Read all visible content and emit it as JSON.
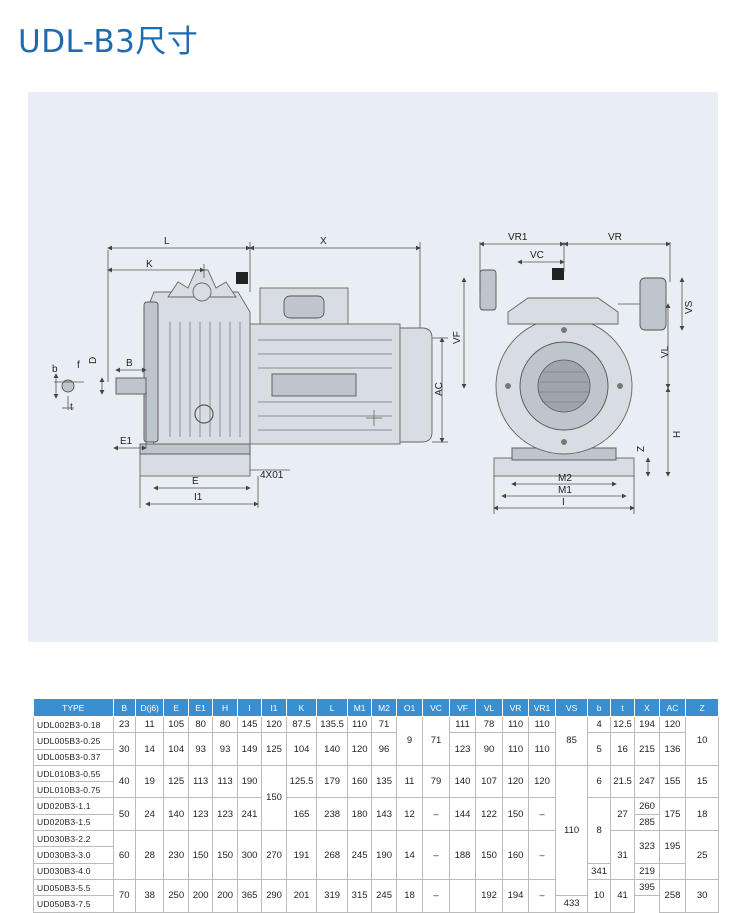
{
  "title": "UDL-B3尺寸",
  "drawing": {
    "labels": {
      "L": "L",
      "X": "X",
      "K": "K",
      "b": "b",
      "f": "f",
      "D": "D",
      "B": "B",
      "t": "t",
      "E1": "E1",
      "E": "E",
      "I1": "I1",
      "AC": "AC",
      "hole": "4X01",
      "VR1": "VR1",
      "VR": "VR",
      "VC": "VC",
      "VF": "VF",
      "VS": "VS",
      "VL": "VL",
      "H": "H",
      "Z": "Z",
      "M2": "M2",
      "M1": "M1",
      "I": "I"
    }
  },
  "table": {
    "headers": [
      "TYPE",
      "B",
      "D(j6)",
      "E",
      "E1",
      "H",
      "I",
      "I1",
      "K",
      "L",
      "M1",
      "M2",
      "O1",
      "VC",
      "VF",
      "VL",
      "VR",
      "VR1",
      "VS",
      "b",
      "t",
      "X",
      "AC",
      "Z"
    ],
    "rows": [
      [
        {
          "t": "UDL002B3-0.18",
          "c": "type"
        },
        {
          "t": "23"
        },
        {
          "t": "11"
        },
        {
          "t": "105"
        },
        {
          "t": "80"
        },
        {
          "t": "80"
        },
        {
          "t": "145"
        },
        {
          "t": "120"
        },
        {
          "t": "87.5"
        },
        {
          "t": "135.5"
        },
        {
          "t": "110"
        },
        {
          "t": "71"
        },
        {
          "t": "9",
          "rs": 3
        },
        {
          "t": "71",
          "rs": 3
        },
        {
          "t": "111"
        },
        {
          "t": "78"
        },
        {
          "t": "110"
        },
        {
          "t": "110"
        },
        {
          "t": "85",
          "rs": 3
        },
        {
          "t": "4"
        },
        {
          "t": "12.5"
        },
        {
          "t": "194"
        },
        {
          "t": "120"
        },
        {
          "t": "10",
          "rs": 3
        }
      ],
      [
        {
          "t": "UDL005B3-0.25",
          "c": "type"
        },
        {
          "t": "30",
          "rs": 2
        },
        {
          "t": "14",
          "rs": 2
        },
        {
          "t": "104",
          "rs": 2
        },
        {
          "t": "93",
          "rs": 2
        },
        {
          "t": "93",
          "rs": 2
        },
        {
          "t": "149",
          "rs": 2
        },
        {
          "t": "125",
          "rs": 2
        },
        {
          "t": "104",
          "rs": 2
        },
        {
          "t": "140",
          "rs": 2
        },
        {
          "t": "120",
          "rs": 2
        },
        {
          "t": "96",
          "rs": 2
        },
        {
          "t": "123",
          "rs": 2
        },
        {
          "t": "90",
          "rs": 2
        },
        {
          "t": "110",
          "rs": 2
        },
        {
          "t": "110",
          "rs": 2
        },
        {
          "t": "5",
          "rs": 2
        },
        {
          "t": "16",
          "rs": 2
        },
        {
          "t": "215",
          "rs": 2
        },
        {
          "t": "136",
          "rs": 2
        }
      ],
      [
        {
          "t": "UDL005B3-0.37",
          "c": "type"
        }
      ],
      [
        {
          "t": "UDL010B3-0.55",
          "c": "type"
        },
        {
          "t": "40",
          "rs": 2
        },
        {
          "t": "19",
          "rs": 2
        },
        {
          "t": "125",
          "rs": 2
        },
        {
          "t": "113",
          "rs": 2
        },
        {
          "t": "113",
          "rs": 2
        },
        {
          "t": "190",
          "rs": 2
        },
        {
          "t": "150",
          "rs": 4
        },
        {
          "t": "125.5",
          "rs": 2
        },
        {
          "t": "179",
          "rs": 2
        },
        {
          "t": "160",
          "rs": 2
        },
        {
          "t": "135",
          "rs": 2
        },
        {
          "t": "11",
          "rs": 2
        },
        {
          "t": "79",
          "rs": 2
        },
        {
          "t": "140",
          "rs": 2
        },
        {
          "t": "107",
          "rs": 2
        },
        {
          "t": "120",
          "rs": 2
        },
        {
          "t": "120",
          "rs": 2
        },
        {
          "t": "110",
          "rs": 8
        },
        {
          "t": "6",
          "rs": 2
        },
        {
          "t": "21.5",
          "rs": 2
        },
        {
          "t": "247",
          "rs": 2
        },
        {
          "t": "155",
          "rs": 2
        },
        {
          "t": "15",
          "rs": 2
        }
      ],
      [
        {
          "t": "UDL010B3-0.75",
          "c": "type"
        }
      ],
      [
        {
          "t": "UD020B3-1.1",
          "c": "type"
        },
        {
          "t": "50",
          "rs": 2
        },
        {
          "t": "24",
          "rs": 2
        },
        {
          "t": "140",
          "rs": 2
        },
        {
          "t": "123",
          "rs": 2
        },
        {
          "t": "123",
          "rs": 2
        },
        {
          "t": "241",
          "rs": 2
        },
        {
          "t": "165",
          "rs": 2
        },
        {
          "t": "238",
          "rs": 2
        },
        {
          "t": "180",
          "rs": 2
        },
        {
          "t": "143",
          "rs": 2
        },
        {
          "t": "12",
          "rs": 2
        },
        {
          "t": "–",
          "rs": 2
        },
        {
          "t": "144",
          "rs": 2
        },
        {
          "t": "122",
          "rs": 2
        },
        {
          "t": "150",
          "rs": 2
        },
        {
          "t": "–",
          "rs": 2
        },
        {
          "t": "8",
          "rs": 4
        },
        {
          "t": "27",
          "rs": 2
        },
        {
          "t": "260"
        },
        {
          "t": "175",
          "rs": 2
        },
        {
          "t": "18",
          "rs": 2
        }
      ],
      [
        {
          "t": "UD020B3-1.5",
          "c": "type"
        },
        {
          "t": "285"
        }
      ],
      [
        {
          "t": "UD030B3-2.2",
          "c": "type"
        },
        {
          "t": "60",
          "rs": 3
        },
        {
          "t": "28",
          "rs": 3
        },
        {
          "t": "230",
          "rs": 3
        },
        {
          "t": "150",
          "rs": 3
        },
        {
          "t": "150",
          "rs": 3
        },
        {
          "t": "300",
          "rs": 3
        },
        {
          "t": "270",
          "rs": 3
        },
        {
          "t": "191",
          "rs": 3
        },
        {
          "t": "268",
          "rs": 3
        },
        {
          "t": "245",
          "rs": 3
        },
        {
          "t": "190",
          "rs": 3
        },
        {
          "t": "14",
          "rs": 3
        },
        {
          "t": "–",
          "rs": 3
        },
        {
          "t": "188",
          "rs": 3
        },
        {
          "t": "150",
          "rs": 3
        },
        {
          "t": "160",
          "rs": 3
        },
        {
          "t": "–",
          "rs": 3
        },
        {
          "t": "31",
          "rs": 3
        },
        {
          "t": "323",
          "rs": 2
        },
        {
          "t": "195",
          "rs": 2
        },
        {
          "t": "25",
          "rs": 3
        }
      ],
      [
        {
          "t": "UD030B3-3.0",
          "c": "type"
        }
      ],
      [
        {
          "t": "UD030B3-4.0",
          "c": "type"
        },
        {
          "t": "341"
        },
        {
          "t": "219"
        }
      ],
      [
        {
          "t": "UD050B3-5.5",
          "c": "type"
        },
        {
          "t": "70",
          "rs": 2
        },
        {
          "t": "38",
          "rs": 2
        },
        {
          "t": "250",
          "rs": 2
        },
        {
          "t": "200",
          "rs": 2
        },
        {
          "t": "200",
          "rs": 2
        },
        {
          "t": "365",
          "rs": 2
        },
        {
          "t": "290",
          "rs": 2
        },
        {
          "t": "201",
          "rs": 2
        },
        {
          "t": "319",
          "rs": 2
        },
        {
          "t": "315",
          "rs": 2
        },
        {
          "t": "245",
          "rs": 2
        },
        {
          "t": "18",
          "rs": 2
        },
        {
          "t": "–",
          "rs": 2
        },
        {
          "t": "",
          "rs": 2
        },
        {
          "t": "192",
          "rs": 2
        },
        {
          "t": "194",
          "rs": 2
        },
        {
          "t": "–",
          "rs": 2
        },
        {
          "t": "10",
          "rs": 2
        },
        {
          "t": "41",
          "rs": 2
        },
        {
          "t": "395"
        },
        {
          "t": "258",
          "rs": 2
        },
        {
          "t": "30",
          "rs": 2
        }
      ],
      [
        {
          "t": "UD050B3-7.5",
          "c": "type"
        },
        {
          "t": "433"
        }
      ]
    ]
  }
}
